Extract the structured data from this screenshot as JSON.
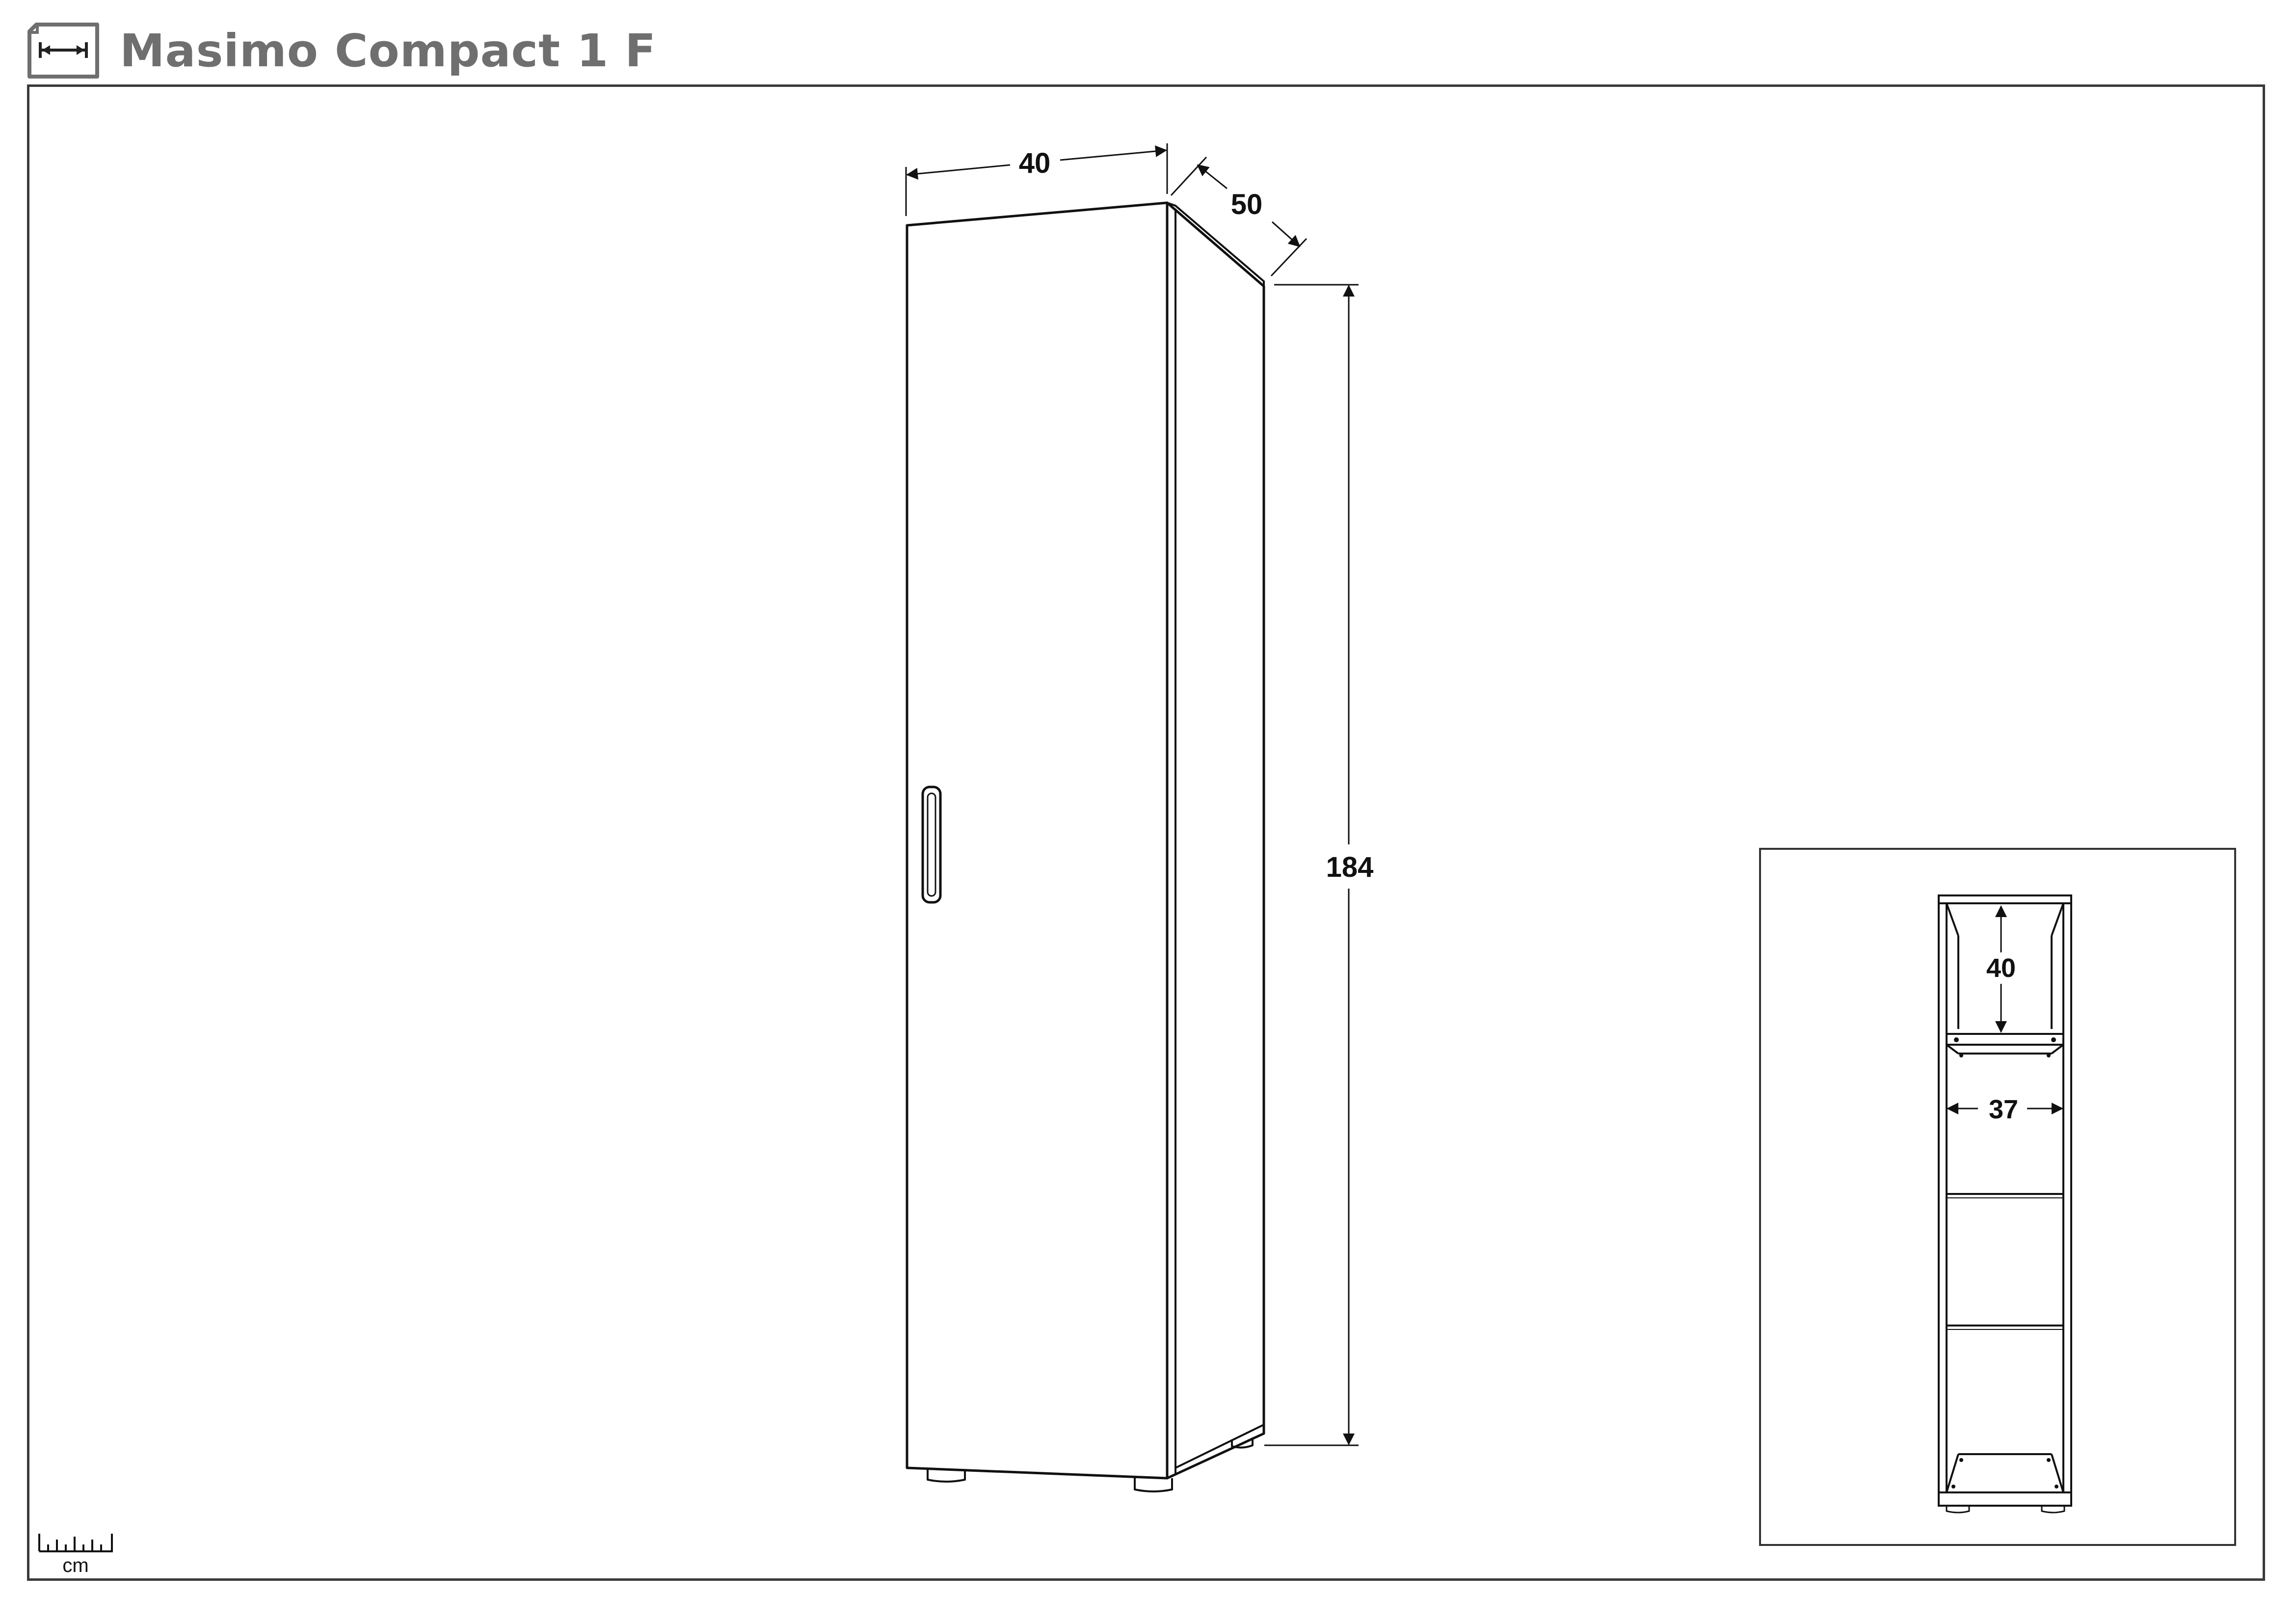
{
  "header": {
    "title": "Masimo Compact 1 F",
    "icon": "dimensions-sheet-icon"
  },
  "main_view": {
    "width_label": "40",
    "depth_label": "50",
    "height_label": "184"
  },
  "detail_view": {
    "compartment_height_label": "40",
    "inner_width_label": "37"
  },
  "scale": {
    "unit_label": "cm",
    "icon": "ruler-icon"
  }
}
